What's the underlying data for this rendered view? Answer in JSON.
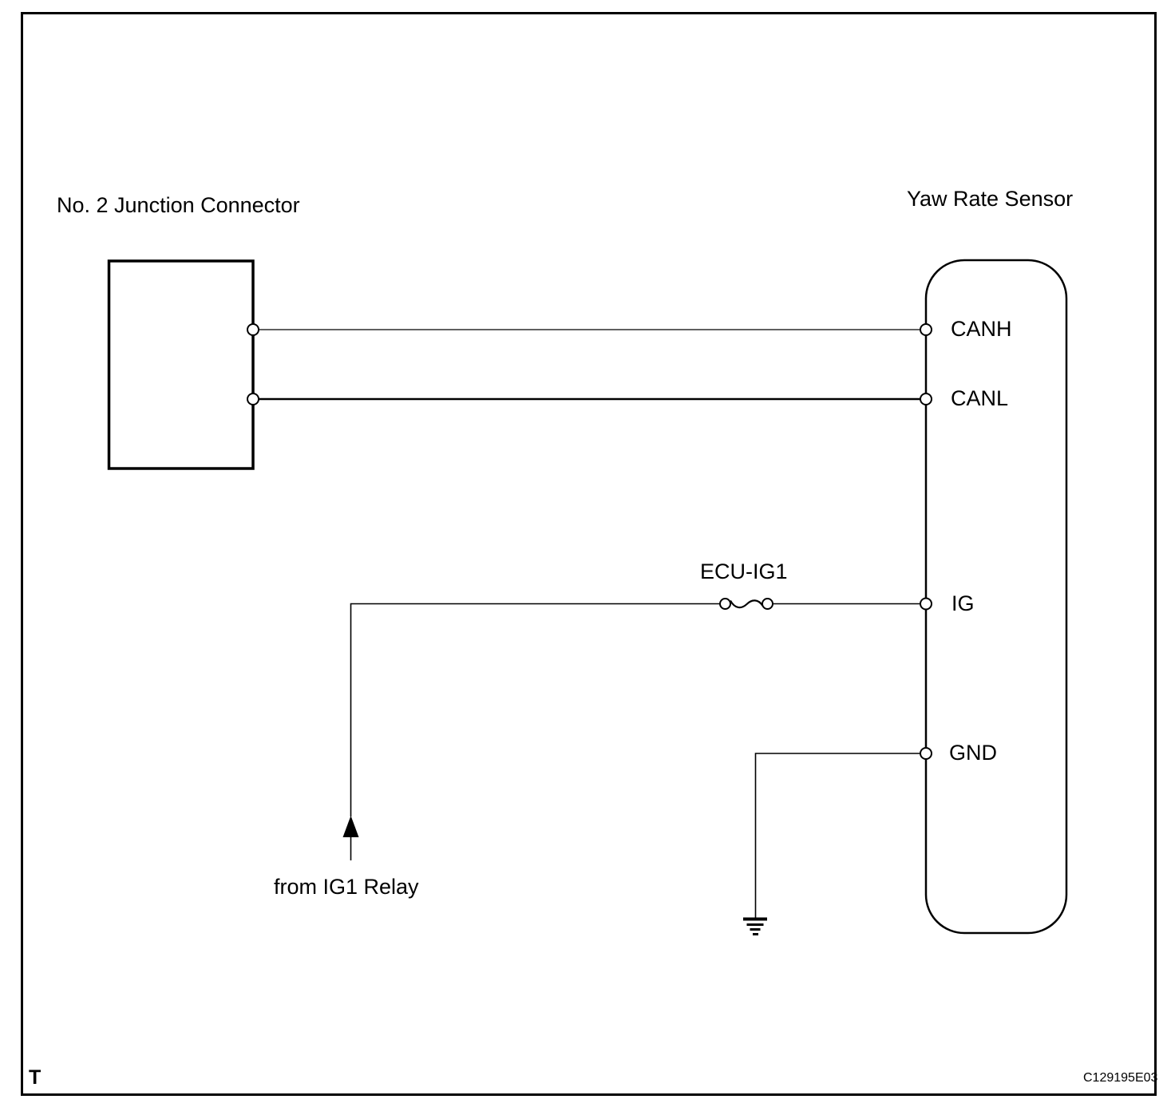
{
  "diagram": {
    "title_left": "No. 2 Junction Connector",
    "title_right": "Yaw Rate Sensor",
    "fuse_label": "ECU-IG1",
    "power_label": "from IG1 Relay",
    "pins": {
      "canh": "CANH",
      "canl": "CANL",
      "ig": "IG",
      "gnd": "GND"
    },
    "icons": {
      "power_arrow": "up-arrow",
      "ground_symbol": "earth-ground"
    },
    "footer": {
      "page_marker": "T",
      "figure_code": "C129195E03"
    },
    "colors": {
      "line": "#000000",
      "background": "#ffffff"
    }
  }
}
